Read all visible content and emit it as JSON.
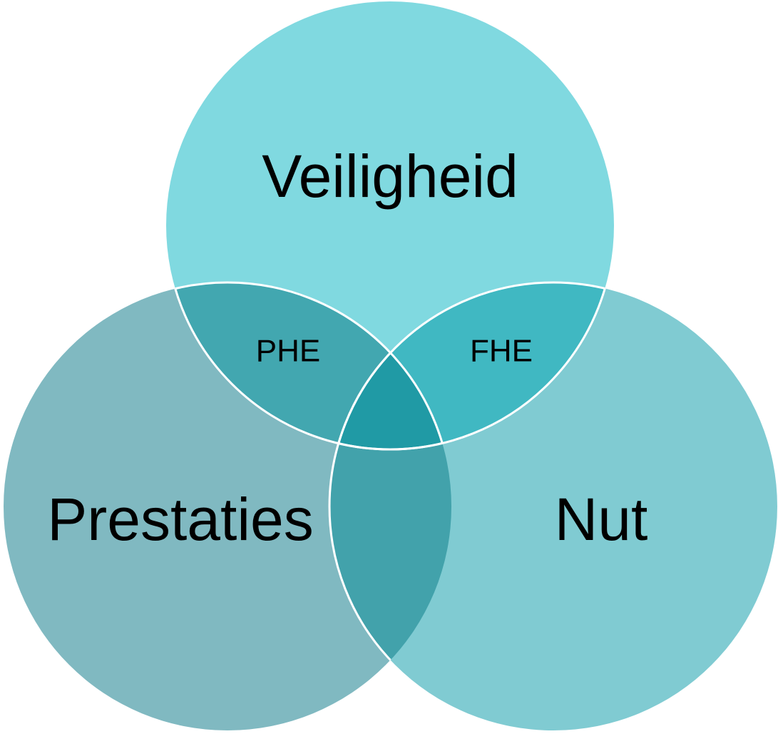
{
  "sets": {
    "top": {
      "label": "Veiligheid",
      "color": "#80d9e0"
    },
    "left": {
      "label": "Prestaties",
      "color": "#80b9c1"
    },
    "right": {
      "label": "Nut",
      "color": "#80cbd2"
    }
  },
  "intersections": {
    "top_left": {
      "label": "PHE",
      "color": "#42a7b0"
    },
    "top_right": {
      "label": "FHE",
      "color": "#40b8c2"
    },
    "left_right": {
      "label": "",
      "color": "#42a2ab"
    },
    "center": {
      "label": "",
      "color": "#209aa5"
    }
  },
  "outline_color": "#ffffff"
}
